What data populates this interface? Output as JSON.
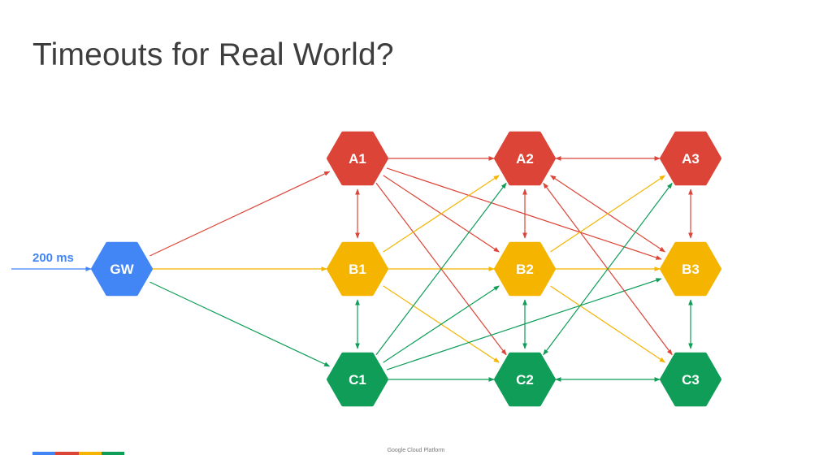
{
  "title": "Timeouts for Real World?",
  "latency_label": "200 ms",
  "footer": "Google Cloud Platform",
  "colors": {
    "blue": "#4285f4",
    "red": "#db4437",
    "yellow": "#f4b400",
    "green": "#0f9d58"
  },
  "nodes": [
    {
      "id": "GW",
      "label": "GW",
      "color": "blue"
    },
    {
      "id": "A1",
      "label": "A1",
      "color": "red"
    },
    {
      "id": "B1",
      "label": "B1",
      "color": "yellow"
    },
    {
      "id": "C1",
      "label": "C1",
      "color": "green"
    },
    {
      "id": "A2",
      "label": "A2",
      "color": "red"
    },
    {
      "id": "B2",
      "label": "B2",
      "color": "yellow"
    },
    {
      "id": "C2",
      "label": "C2",
      "color": "green"
    },
    {
      "id": "A3",
      "label": "A3",
      "color": "red"
    },
    {
      "id": "B3",
      "label": "B3",
      "color": "yellow"
    },
    {
      "id": "C3",
      "label": "C3",
      "color": "green"
    }
  ],
  "edges": [
    {
      "from": "GW",
      "to": "A1",
      "color": "red"
    },
    {
      "from": "GW",
      "to": "B1",
      "color": "yellow"
    },
    {
      "from": "GW",
      "to": "C1",
      "color": "green"
    },
    {
      "from": "A1",
      "to": "B1",
      "color": "red",
      "both": true
    },
    {
      "from": "B1",
      "to": "C1",
      "color": "green",
      "both": true
    },
    {
      "from": "A1",
      "to": "A2",
      "color": "red"
    },
    {
      "from": "A1",
      "to": "B2",
      "color": "red"
    },
    {
      "from": "A1",
      "to": "C2",
      "color": "red"
    },
    {
      "from": "A1",
      "to": "B3",
      "color": "red"
    },
    {
      "from": "B1",
      "to": "A2",
      "color": "yellow"
    },
    {
      "from": "B1",
      "to": "B2",
      "color": "yellow"
    },
    {
      "from": "B1",
      "to": "C2",
      "color": "yellow"
    },
    {
      "from": "C1",
      "to": "A2",
      "color": "green"
    },
    {
      "from": "C1",
      "to": "B2",
      "color": "green"
    },
    {
      "from": "C1",
      "to": "C2",
      "color": "green"
    },
    {
      "from": "C1",
      "to": "B3",
      "color": "green"
    },
    {
      "from": "A2",
      "to": "B2",
      "color": "red",
      "both": true
    },
    {
      "from": "B2",
      "to": "C2",
      "color": "green",
      "both": true
    },
    {
      "from": "A2",
      "to": "A3",
      "color": "red",
      "both": true
    },
    {
      "from": "A2",
      "to": "B3",
      "color": "red",
      "both": true
    },
    {
      "from": "A2",
      "to": "C3",
      "color": "red",
      "both": true
    },
    {
      "from": "B2",
      "to": "A3",
      "color": "yellow"
    },
    {
      "from": "B2",
      "to": "B3",
      "color": "yellow"
    },
    {
      "from": "B2",
      "to": "C3",
      "color": "yellow"
    },
    {
      "from": "C2",
      "to": "A3",
      "color": "green",
      "both": true
    },
    {
      "from": "C2",
      "to": "C3",
      "color": "green",
      "both": true
    },
    {
      "from": "A3",
      "to": "B3",
      "color": "red",
      "both": true
    },
    {
      "from": "B3",
      "to": "C3",
      "color": "green",
      "both": true
    }
  ],
  "footer_bar_colors": [
    "blue",
    "red",
    "yellow",
    "green"
  ]
}
